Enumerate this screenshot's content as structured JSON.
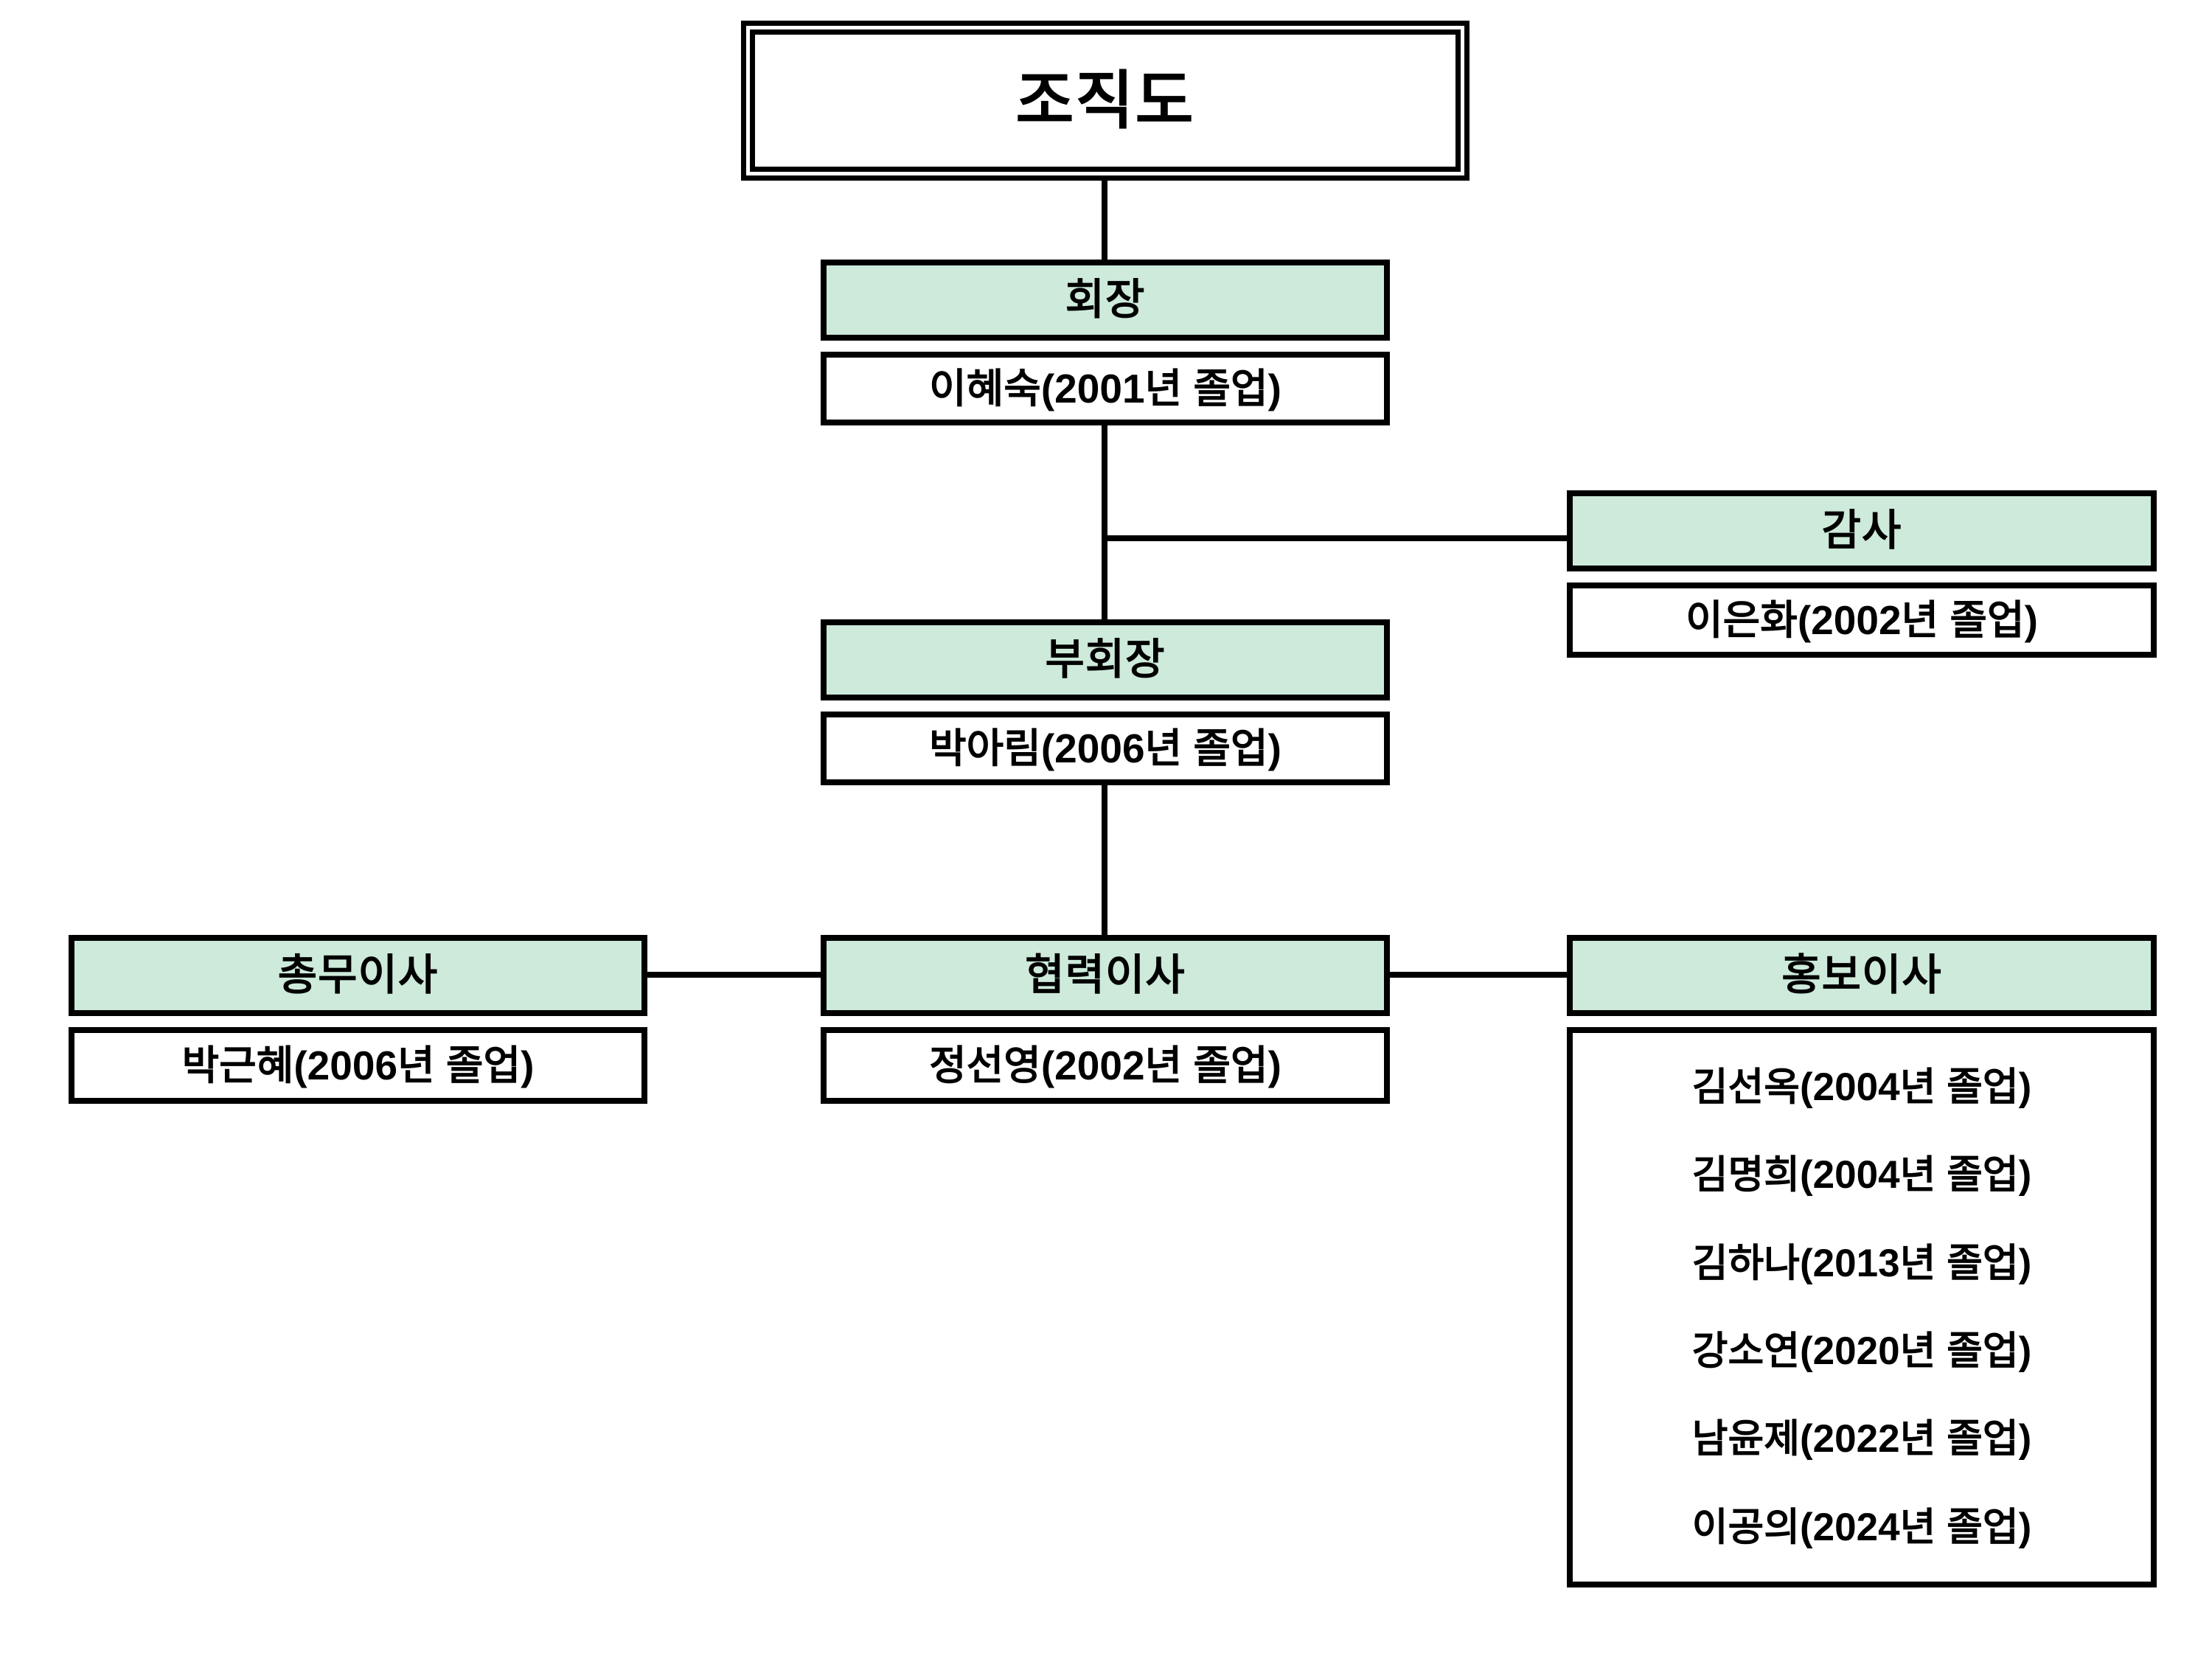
{
  "title": {
    "text": "조직도"
  },
  "theme": {
    "header_fill": "#cdeada",
    "body_fill": "#ffffff",
    "border_color": "#000000",
    "page_background": "#ffffff"
  },
  "nodes": {
    "chairman": {
      "role": "회장",
      "members": [
        "이혜숙(2001년 졸업)"
      ]
    },
    "auditor": {
      "role": "감사",
      "members": [
        "이은화(2002년 졸업)"
      ]
    },
    "vicechair": {
      "role": "부회장",
      "members": [
        "박아림(2006년 졸업)"
      ]
    },
    "general": {
      "role": "총무이사",
      "members": [
        "박근혜(2006년 졸업)"
      ]
    },
    "cooperation": {
      "role": "협력이사",
      "members": [
        "정선영(2002년 졸업)"
      ]
    },
    "pr": {
      "role": "홍보이사",
      "members": [
        "김선옥(2004년 졸업)",
        "김명희(2004년 졸업)",
        "김하나(2013년 졸업)",
        "강소연(2020년 졸업)",
        "남윤제(2022년 졸업)",
        "이공의(2024년 졸업)"
      ]
    }
  }
}
